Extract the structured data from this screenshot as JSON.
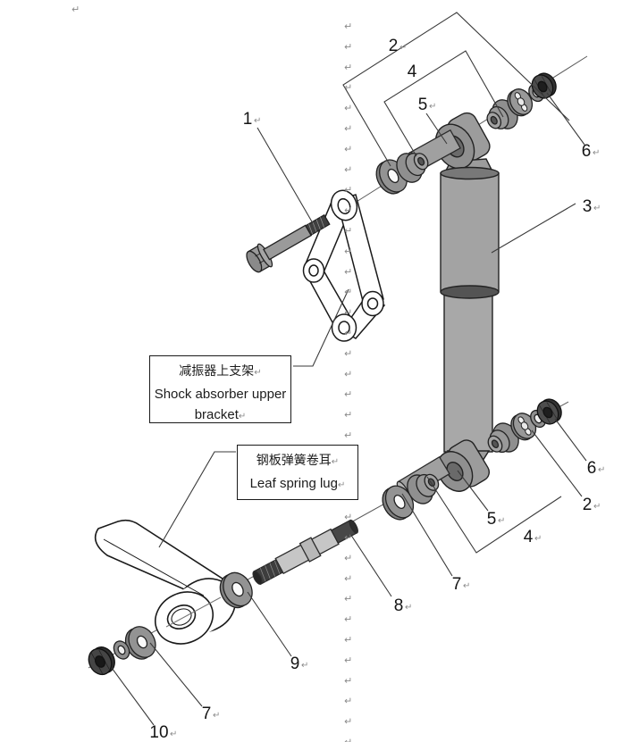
{
  "figure": {
    "callouts": [
      {
        "label": "1"
      },
      {
        "label": "2"
      },
      {
        "label": "4"
      },
      {
        "label": "5"
      },
      {
        "label": "6"
      },
      {
        "label": "3"
      },
      {
        "label": "6"
      },
      {
        "label": "2"
      },
      {
        "label": "5"
      },
      {
        "label": "4"
      },
      {
        "label": "7"
      },
      {
        "label": "8"
      },
      {
        "label": "9"
      },
      {
        "label": "7"
      },
      {
        "label": "10"
      }
    ],
    "boxes": {
      "upper_bracket": {
        "zh": "减振器上支架",
        "en": "Shock absorber upper bracket"
      },
      "leaf_spring_lug": {
        "zh": "钢板弹簧卷耳",
        "en": "Leaf spring lug"
      }
    }
  },
  "formatting_marks": {
    "glyph": "↵",
    "empty_line_count": 36
  },
  "colors": {
    "background": "#ffffff",
    "part_gray": "#a0a0a0",
    "dark_metal": "#4a4a4a",
    "outline": "#222222",
    "callout_text": "#141414",
    "formatting_mark": "#8a8a8a",
    "white_part": "#ffffff"
  }
}
